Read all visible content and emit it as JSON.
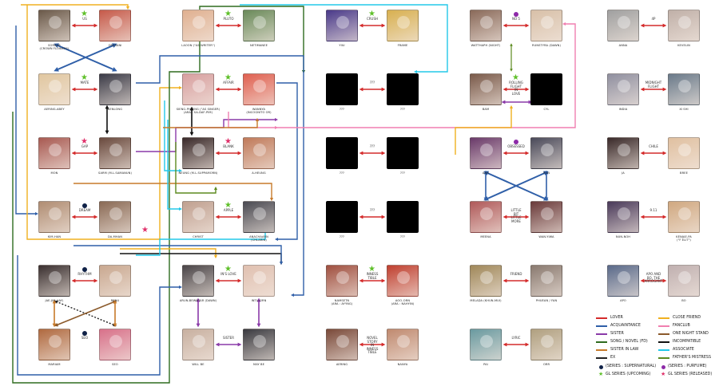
{
  "colors": {
    "lover": "#d42b2b",
    "acquaintance": "#2f5fa8",
    "sister": "#8a3aa8",
    "song_novel": "#2e6b1e",
    "sister_in_law": "#c77a2a",
    "close_friend": "#f0b020",
    "fanclub": "#f07fb0",
    "one_night_stand": "#8b5a2b",
    "incompatible": "#111111",
    "associate": "#23c8e8",
    "fathers_mistress": "#5b8a1e",
    "ex": "#222222",
    "star_green": "#5fc02a",
    "star_pink": "#e0306a",
    "dot_navy": "#0f2147",
    "dot_purple": "#8d2aa8"
  },
  "characters": [
    {
      "id": "sorbar",
      "label": "SORBAR\n(CROWN FLOWERS)",
      "color": "#6b5a4a",
      "mark": "star_green",
      "pair_label": "US"
    },
    {
      "id": "orjirani",
      "label": "ORJIRANI",
      "color": "#c65a4a"
    },
    {
      "id": "aering",
      "label": "AERING-ABEY",
      "color": "#e1c7a0",
      "mark": "star_green",
      "pair_label": "MATE"
    },
    {
      "id": "kenlong",
      "label": "KENLONG",
      "color": "#3b3b47"
    },
    {
      "id": "mon",
      "label": "MON",
      "color": "#a85a52",
      "mark": "star_pink",
      "pair_label": "GAP"
    },
    {
      "id": "sam",
      "label": "SARM (M.L.SAMANUN)",
      "color": "#6a4a3e"
    },
    {
      "id": "kimhan",
      "label": "KIM-HAN",
      "color": "#b08d73",
      "mark": "dot_navy",
      "pair_label": "DREAM"
    },
    {
      "id": "daeun",
      "label": "DA-MHAN",
      "color": "#8a6a55",
      "mark2": "star_pink"
    },
    {
      "id": "jaejim",
      "label": "JAE-JIM (JAY)",
      "color": "#3a3030",
      "mark": "dot_navy",
      "pair_label": "RHYTHM"
    },
    {
      "id": "renu",
      "label": "RENU",
      "color": "#c9a890"
    },
    {
      "id": "mariam",
      "label": "MARIAM",
      "color": "#b06a40",
      "mark": "dot_navy",
      "pair_label": "SEO"
    },
    {
      "id": "seo",
      "label": "SEO",
      "color": "#d8718a"
    },
    {
      "id": "iaoon",
      "label": "I-AOON (\"AS WRITER\")",
      "color": "#e0b090",
      "mark": "star_green",
      "pair_label": "PLUTO"
    },
    {
      "id": "netimanee",
      "label": "NETIMANEE",
      "color": "#6a8a5a"
    },
    {
      "id": "siengphing",
      "label": "SIENG-PHLENG (\"AS SINGER)\n(ARA : SA-DAF-PIM)",
      "color": "#d8a0a0",
      "mark": "star_green",
      "pair_label": "AFFAIR"
    },
    {
      "id": "wannya",
      "label": "WANNYA\n(INCOGNITO OR)",
      "color": "#e06050"
    },
    {
      "id": "neung",
      "label": "NEUNG (M.L.SUPPAMORN)",
      "color": "#3a2a2a",
      "mark": "star_pink",
      "pair_label": "BLANK"
    },
    {
      "id": "aheung",
      "label": "A-HEUNG",
      "color": "#c07a5a"
    },
    {
      "id": "christ",
      "label": "CHRIST",
      "color": "#c0a090",
      "mark": "star_green",
      "pair_label": "APPLE"
    },
    {
      "id": "anachaarn",
      "label": "ANACHAARN\n(CHLARIN)",
      "color": "#4a4a52"
    },
    {
      "id": "arun",
      "label": "ARUN-BEWNTAR (DAWN)",
      "color": "#4a4548",
      "mark": "star_green",
      "pair_label": "IN'S LOVE"
    },
    {
      "id": "intuorn",
      "label": "INTU-ORN",
      "color": "#e0c0b0"
    },
    {
      "id": "willbe",
      "label": "WILL BE",
      "color": "#c8b0a0",
      "pair_label": "SISTER"
    },
    {
      "id": "maybe",
      "label": "MAY BE",
      "color": "#3a3a40"
    },
    {
      "id": "yiiu",
      "label": "YIIU",
      "color": "#4a3a8a",
      "mark": "star_green",
      "pair_label": "CRUSH"
    },
    {
      "id": "frame",
      "label": "FRAME",
      "color": "#d8b050"
    },
    {
      "id": "q1a",
      "label": "???",
      "black": true,
      "pair_label": "???"
    },
    {
      "id": "q1b",
      "label": "???",
      "black": true
    },
    {
      "id": "q2a",
      "label": "???",
      "black": true,
      "pair_label": "???"
    },
    {
      "id": "q2b",
      "label": "???",
      "black": true
    },
    {
      "id": "q3a",
      "label": "???",
      "black": true,
      "pair_label": "???"
    },
    {
      "id": "q3b",
      "label": "???",
      "black": true
    },
    {
      "id": "namsetn",
      "label": "NAMSETN\n(ARA : AYYNG)",
      "color": "#a05040",
      "mark": "star_green",
      "pair_label": "INNESS\nTIBLE"
    },
    {
      "id": "aoorn",
      "label": "AOO-ORN\n(ARA : NAHYIN)",
      "color": "#c04030"
    },
    {
      "id": "aering2",
      "label": "AERING",
      "color": "#7a4a3a",
      "pair_label": "NOVEL\nSTORY\nIN\nINNESS\nTIBLE"
    },
    {
      "id": "nanya",
      "label": "NANYA",
      "color": "#c08a70"
    },
    {
      "id": "wattiraph",
      "label": "WATTHAPH (NIGHT)",
      "color": "#8a6a5a",
      "mark": "dot_purple",
      "pair_label": "NO 5"
    },
    {
      "id": "runstyra",
      "label": "RUNSTYRA (DAWN)",
      "color": "#d8c0a8"
    },
    {
      "id": "bam",
      "label": "BAM",
      "color": "#7a5a4a",
      "mark": "star_green",
      "pair_label": "ROLLING\nFLIGHT\nIN\nLOVE"
    },
    {
      "id": "cyl",
      "label": "CYL",
      "black": true
    },
    {
      "id": "ann",
      "label": "ANN",
      "color": "#6a3a6a",
      "mark": "dot_purple",
      "pair_label": "OBSESSED"
    },
    {
      "id": "run",
      "label": "RUN",
      "color": "#4a4a5a"
    },
    {
      "id": "meena",
      "label": "MEENA",
      "color": "#b05a5a",
      "pair_label": "LITTLE\nBIT\nLITTLE\nMORE"
    },
    {
      "id": "wanyiwa",
      "label": "WAN-YIWA",
      "color": "#6a3a3a"
    },
    {
      "id": "melada",
      "label": "MELADA (KHUN-MUI)",
      "color": "#a0885a",
      "pair_label": "FRIEND"
    },
    {
      "id": "phuean",
      "label": "PHUEAN / FAN",
      "color": "#8a7a70"
    },
    {
      "id": "pai",
      "label": "PAI",
      "color": "#6a9aa0",
      "pair_label": "LYRIC"
    },
    {
      "id": "orr",
      "label": "ORR",
      "color": "#b0a080"
    },
    {
      "id": "anna",
      "label": "ANNA",
      "color": "#a0a0a0",
      "pair_label": "4P"
    },
    {
      "id": "kevelin",
      "label": "KEVELIN",
      "color": "#c0b0a8"
    },
    {
      "id": "india",
      "label": "INDIA",
      "color": "#9090a0",
      "pair_label": "MIDNIGHT\nFLIGHT"
    },
    {
      "id": "xishi",
      "label": "XI SHI",
      "color": "#6a7a8a"
    },
    {
      "id": "ja",
      "label": "JA",
      "color": "#3a2a2a",
      "pair_label": "CHILE"
    },
    {
      "id": "bree",
      "label": "BREE",
      "color": "#e0c0a0"
    },
    {
      "id": "nunnoh",
      "label": "NUN-NOH",
      "color": "#4a3a5a",
      "pair_label": "9.11"
    },
    {
      "id": "kenjae",
      "label": "KENJAE-PA\n(\"F ELIT\")",
      "color": "#d0a880"
    },
    {
      "id": "apo",
      "label": "APO",
      "color": "#5a6a8a",
      "pair_label": "APO AND\nBO, THE\nARROGANT"
    },
    {
      "id": "bo",
      "label": "BO",
      "color": "#c0b0b0"
    }
  ],
  "legend": [
    {
      "key": "lover",
      "label": "LOVER"
    },
    {
      "key": "close_friend",
      "label": "CLOSE FRIEND"
    },
    {
      "key": "acquaintance",
      "label": "ACQUAINTANCE"
    },
    {
      "key": "fanclub",
      "label": "FANCLUB"
    },
    {
      "key": "sister",
      "label": "SISTER"
    },
    {
      "key": "one_night_stand",
      "label": "ONE NIGHT STAND"
    },
    {
      "key": "song_novel",
      "label": "SONG / NOVEL (FD)"
    },
    {
      "key": "incompatible",
      "label": "INCOMPATIBLE"
    },
    {
      "key": "sister_in_law",
      "label": "SISTER IN LAW"
    },
    {
      "key": "associate",
      "label": "ASSOCIATE"
    },
    {
      "key": "ex",
      "label": "EX"
    },
    {
      "key": "fathers_mistress",
      "label": "FATHER'S MISTRESS"
    }
  ],
  "legend_marks": [
    {
      "symbol": "dot_navy",
      "label": "(SERIES : SUPERNATURAL)"
    },
    {
      "symbol": "dot_purple",
      "label": "(SERIES : PURFUME)"
    },
    {
      "symbol": "star_green",
      "label": "GL SERIES (UPCOMING)"
    },
    {
      "symbol": "star_pink",
      "label": "GL SERIES (RELEASED)"
    }
  ]
}
